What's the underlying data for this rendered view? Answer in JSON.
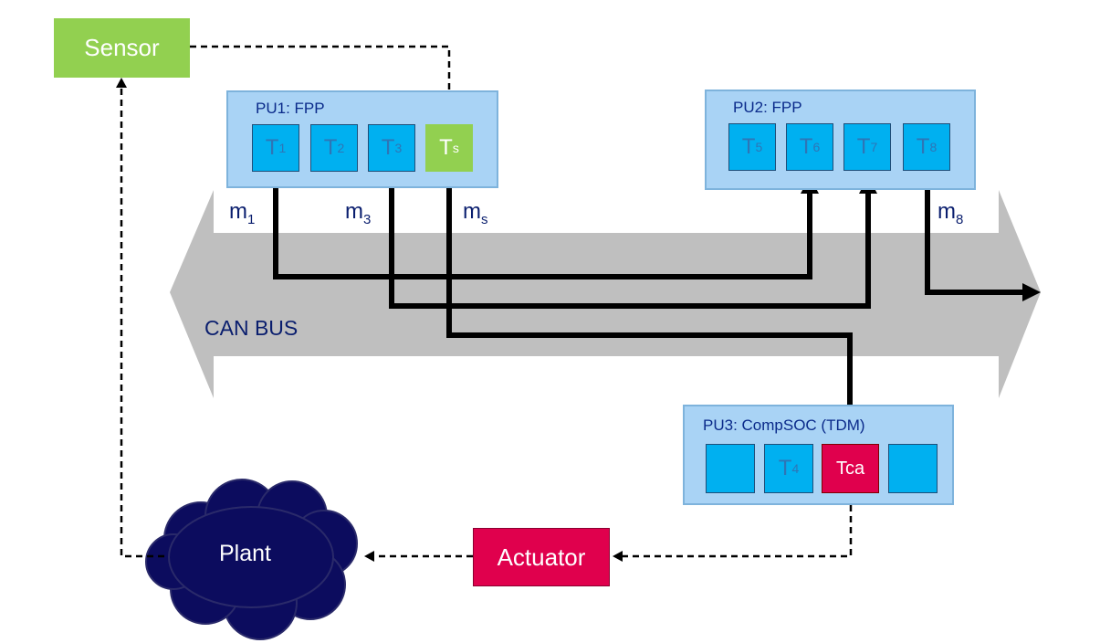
{
  "sensor": {
    "label": "Sensor"
  },
  "actuator": {
    "label": "Actuator"
  },
  "plant": {
    "label": "Plant"
  },
  "bus": {
    "label": "CAN BUS"
  },
  "pu1": {
    "title": "PU1: FPP",
    "tasks": [
      {
        "base": "T",
        "sub": "1"
      },
      {
        "base": "T",
        "sub": "2"
      },
      {
        "base": "T",
        "sub": "3"
      },
      {
        "base": "T",
        "sub": "s"
      }
    ]
  },
  "pu2": {
    "title": "PU2: FPP",
    "tasks": [
      {
        "base": "T",
        "sub": "5"
      },
      {
        "base": "T",
        "sub": "6"
      },
      {
        "base": "T",
        "sub": "7"
      },
      {
        "base": "T",
        "sub": "8"
      }
    ]
  },
  "pu3": {
    "title": "PU3: CompSOC (TDM)",
    "tasks": [
      {
        "base": "",
        "sub": ""
      },
      {
        "base": "T",
        "sub": "4"
      },
      {
        "label": "Tca"
      },
      {
        "base": "",
        "sub": ""
      }
    ]
  },
  "messages": [
    {
      "base": "m",
      "sub": "1"
    },
    {
      "base": "m",
      "sub": "3"
    },
    {
      "base": "m",
      "sub": "s"
    },
    {
      "base": "m",
      "sub": "8"
    }
  ],
  "colors": {
    "sensor": "#92d050",
    "actuator": "#e0004d",
    "plant": "#0c0c5e",
    "bus": "#bfbfbf",
    "task": "#00b0f0",
    "pu_fill": "#a9d3f5"
  }
}
